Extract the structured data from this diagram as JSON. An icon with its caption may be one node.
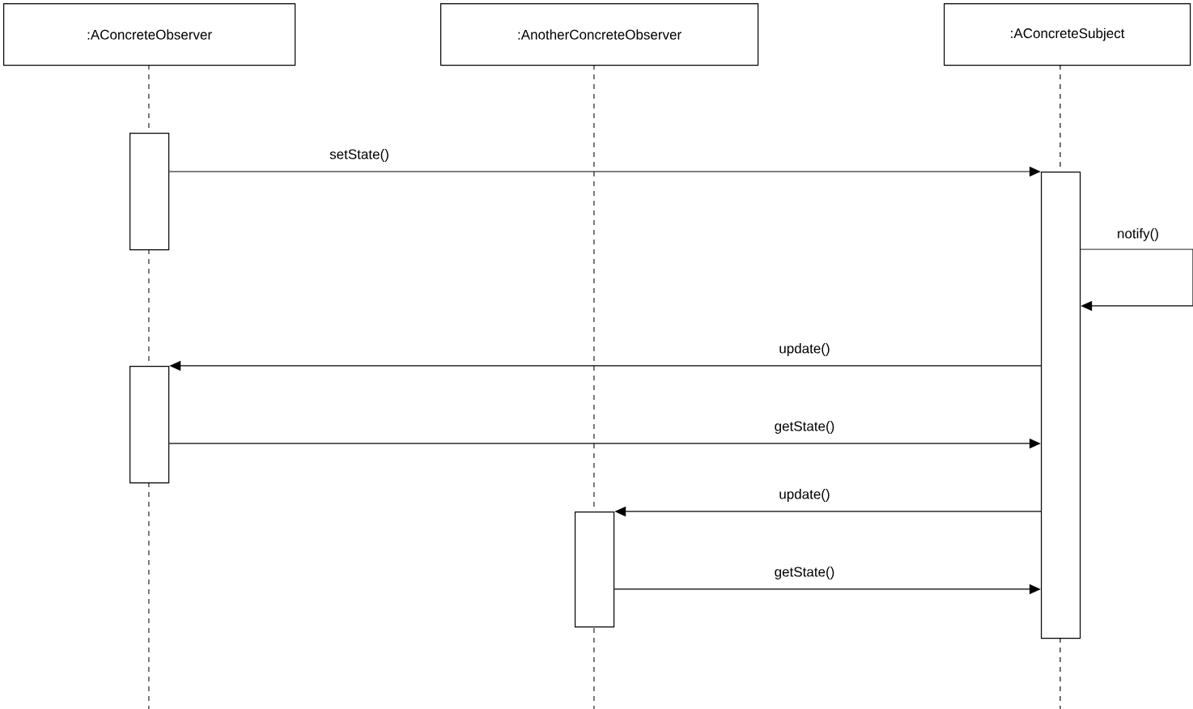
{
  "diagram": {
    "nodes": [
      {
        "text": [
          ":AConcreteObserver"
        ]
      },
      {
        "text": [
          ":AnotherConcreteObserver"
        ]
      },
      {
        "text": [
          ":AConcreteSubject"
        ]
      },
      {
        "text": [],
        "shape": "box"
      },
      {
        "text": [],
        "shape": "box"
      },
      {
        "text": [],
        "shape": "box"
      },
      {
        "text": [],
        "shape": "box"
      }
    ],
    "edges": [
      {
        "from": 3,
        "to": 4,
        "arrow": "to",
        "label": "setState()"
      },
      {
        "from": 4,
        "to": 4,
        "arrow": "to",
        "label": "notify()"
      },
      {
        "from": 4,
        "to": 5,
        "arrow": "to",
        "label": "update()"
      },
      {
        "from": 5,
        "to": 4,
        "arrow": "to",
        "label": "getState()"
      },
      {
        "from": 4,
        "to": 6,
        "arrow": "to",
        "label": "update()"
      },
      {
        "from": 6,
        "to": 4,
        "arrow": "to",
        "label": "getState()"
      }
    ]
  }
}
